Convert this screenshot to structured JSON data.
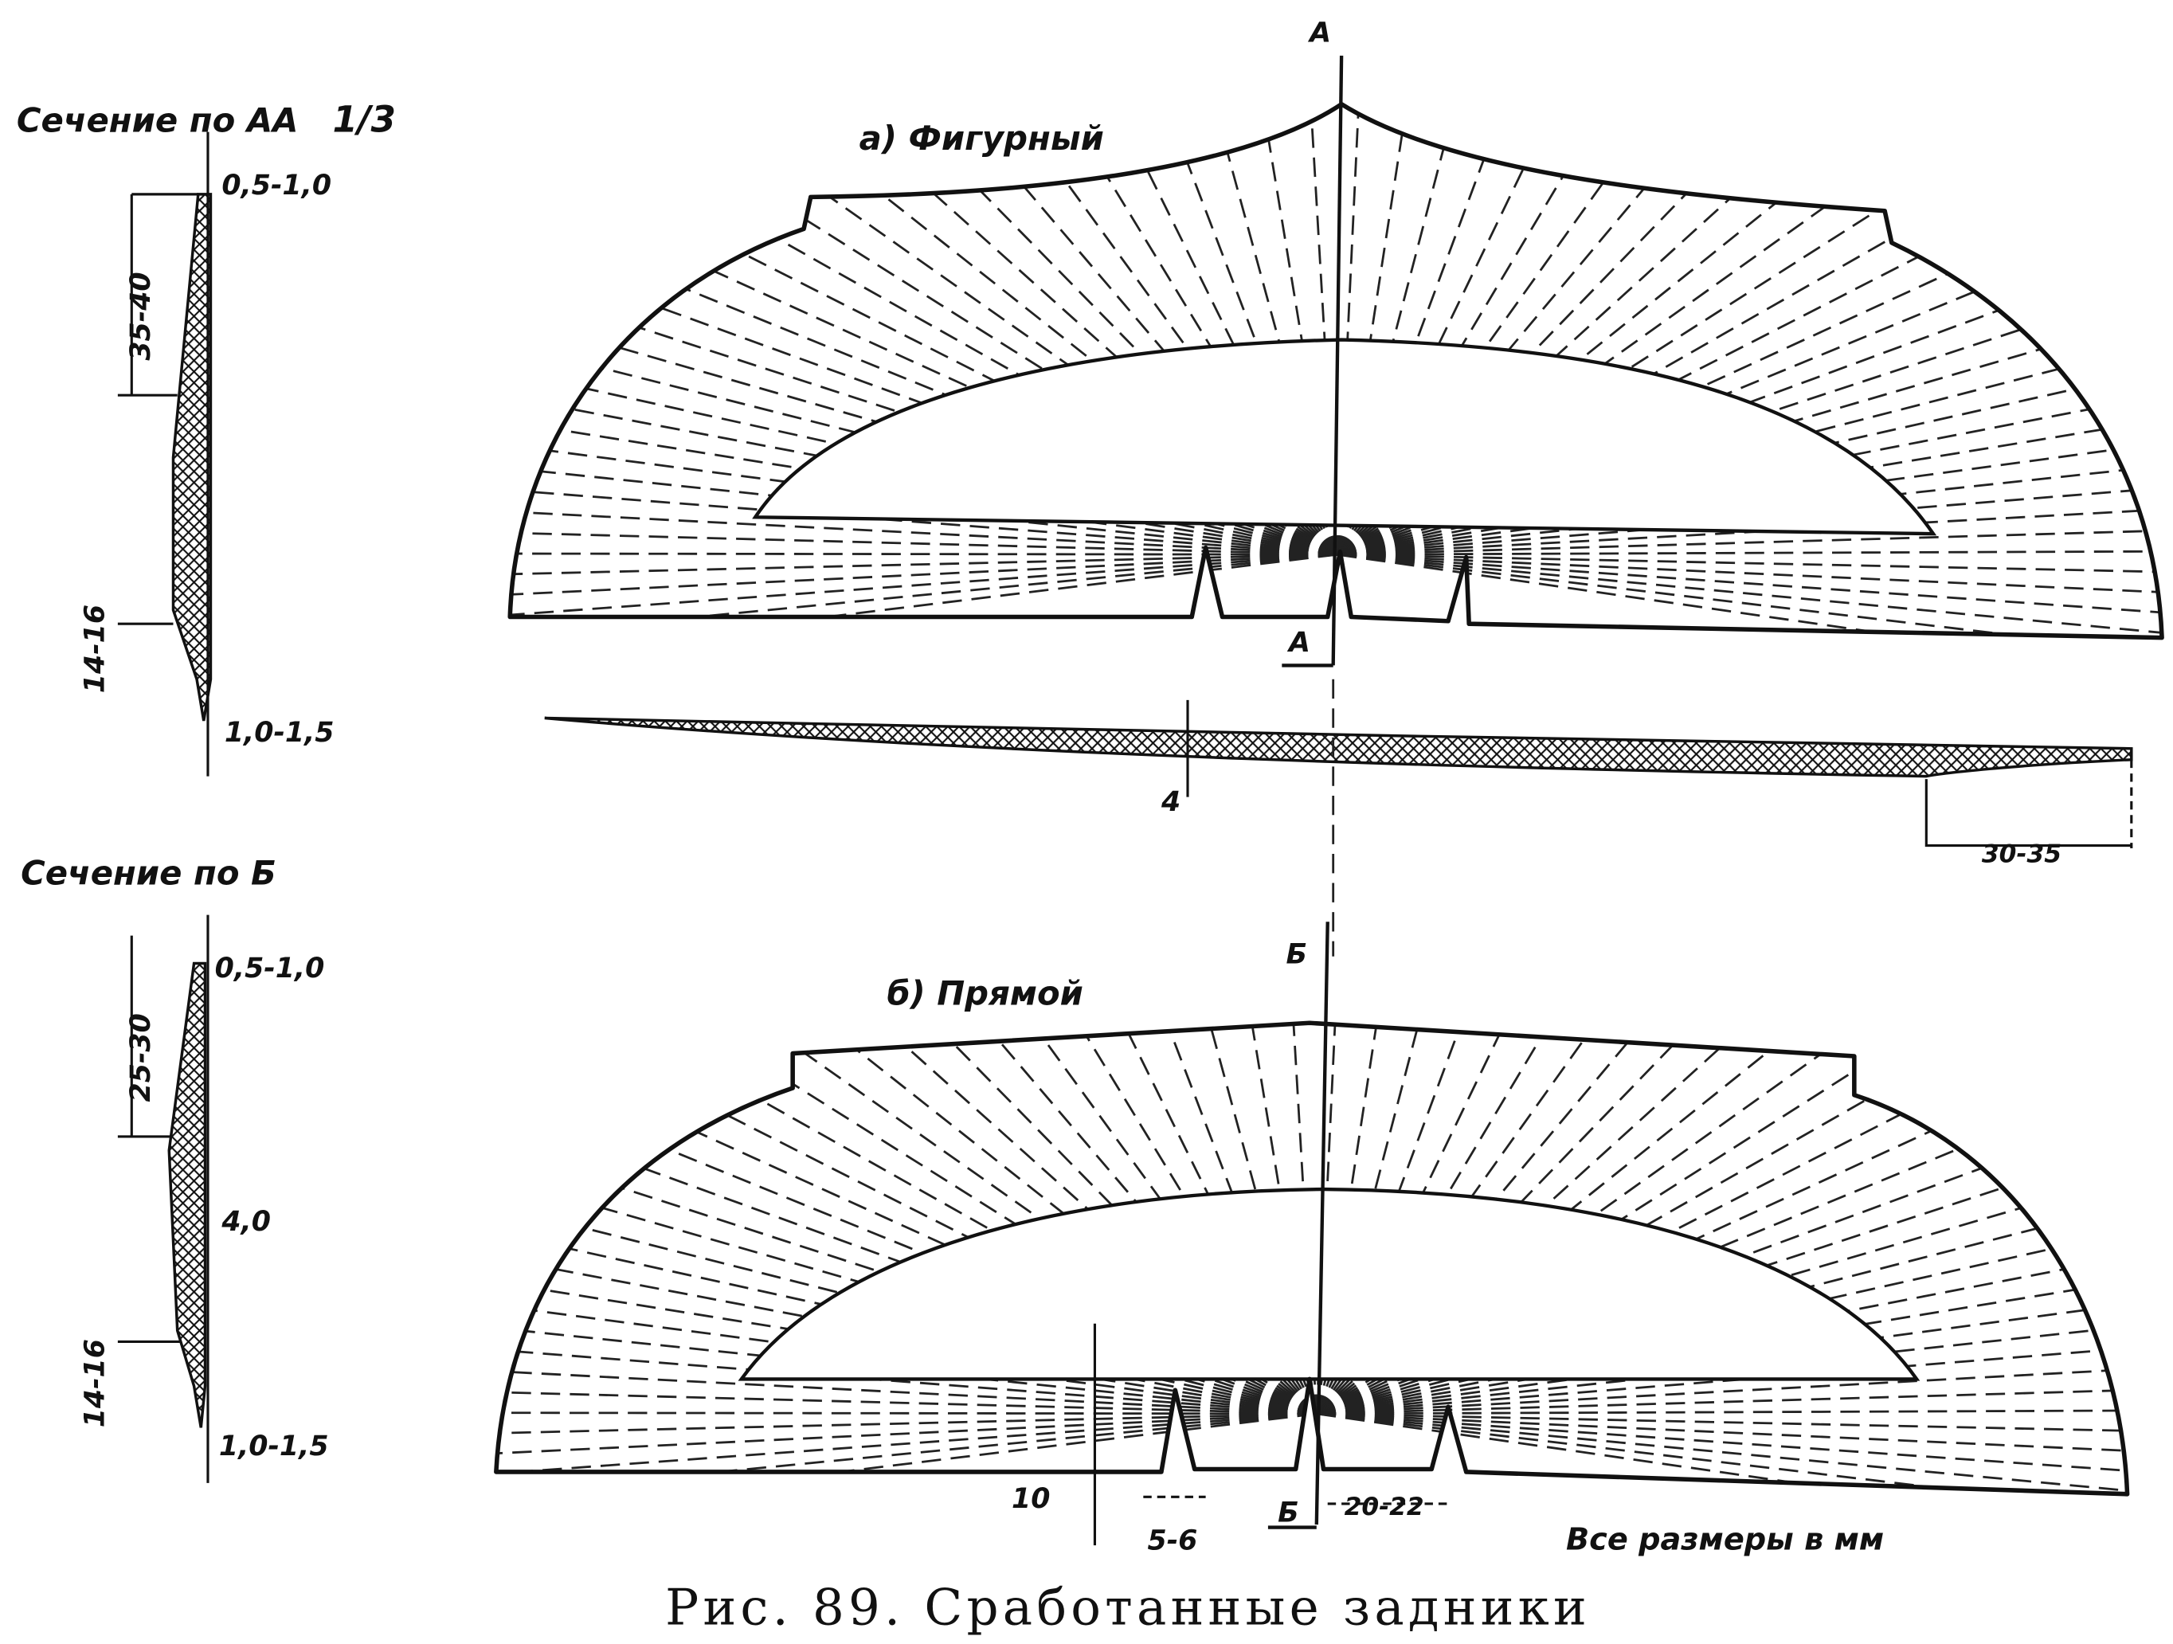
{
  "sections": {
    "aa": {
      "title": "Сечение по АА",
      "scale": "1/3",
      "dims": [
        "0,5-1,0",
        "35-40",
        "14-16",
        "1,0-1,5"
      ]
    },
    "bb": {
      "title": "Сечение по Б",
      "dims": [
        "0,5-1,0",
        "25-30",
        "4,0",
        "14-16",
        "1,0-1,5"
      ]
    }
  },
  "figure_a": {
    "title": "а) Фигурный",
    "axis_top": "А",
    "axis_bottom": "А",
    "thickness": "4",
    "edge_dim": "30-35"
  },
  "figure_b": {
    "title": "б) Прямой",
    "axis_top": "Б",
    "axis_bottom": "Б",
    "dim_height": "10",
    "dim_notch": "5-6",
    "dim_spacing": "20-22",
    "units_note": "Все размеры в мм"
  },
  "caption": "Рис. 89. Сработанные задники",
  "colors": {
    "ink": "#111111",
    "paper": "#ffffff"
  }
}
